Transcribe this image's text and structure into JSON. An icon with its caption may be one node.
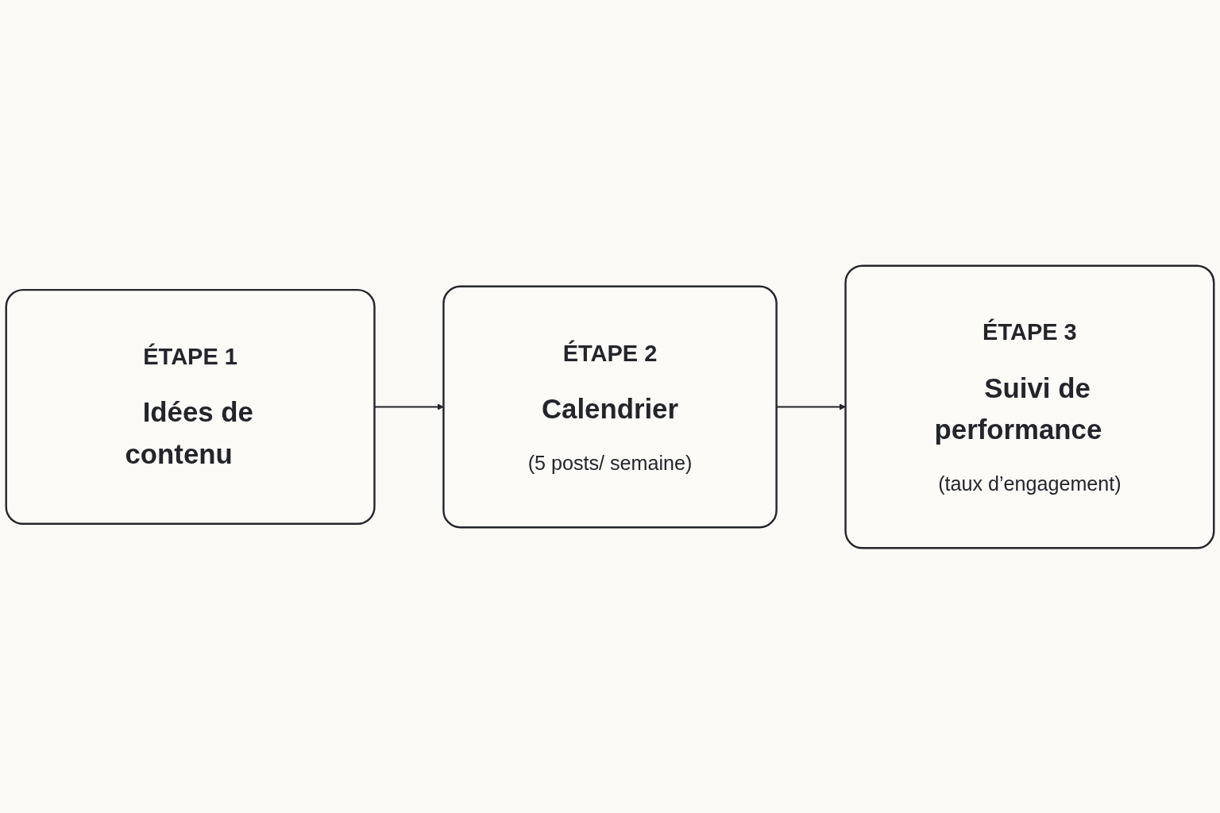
{
  "diagram": {
    "nodes": [
      {
        "text": [
          "ÉTAPE 1",
          "Idées de contenu"
        ]
      },
      {
        "text": [
          "ÉTAPE 2",
          "Calendrier",
          "(5 posts/ semaine)"
        ]
      },
      {
        "text": [
          "ÉTAPE 3",
          "Suivi de performance",
          "(taux d’engagement)"
        ]
      }
    ],
    "edges": [
      {
        "from": 0,
        "to": 1,
        "arrow": "to"
      },
      {
        "from": 1,
        "to": 2,
        "arrow": "to"
      }
    ]
  }
}
